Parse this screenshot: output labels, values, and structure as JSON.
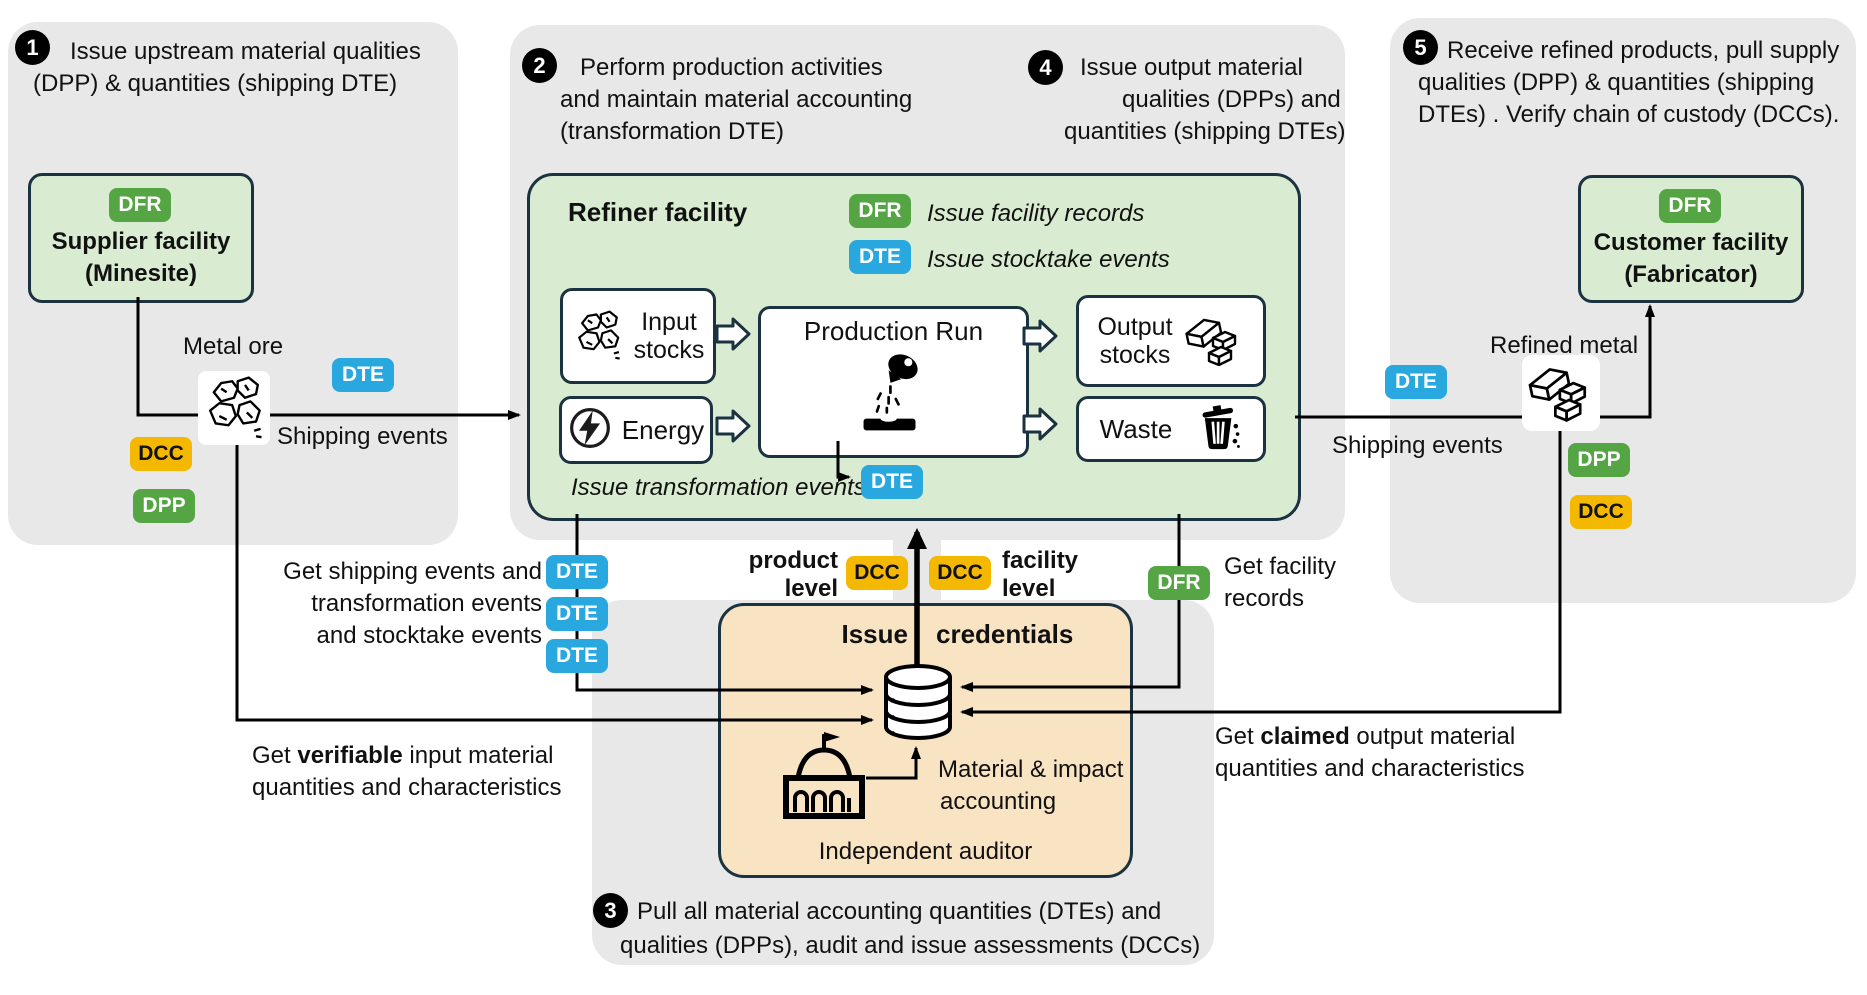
{
  "colors": {
    "blob_gray": "#e8e8e8",
    "facility_green": "#d9ecd2",
    "auditor_tan": "#f8e3c2",
    "badge_blue": "#29a8df",
    "badge_green": "#55a545",
    "badge_amber": "#f5b800",
    "border_dark": "#1b3340"
  },
  "badges": {
    "dte": "DTE",
    "dfr": "DFR",
    "dpp": "DPP",
    "dcc": "DCC"
  },
  "steps": {
    "s1": {
      "num": "1",
      "l1": "Issue upstream material qualities",
      "l2": "(DPP) & quantities (shipping DTE)"
    },
    "s2": {
      "num": "2",
      "l1": "Perform production activities",
      "l2": "and maintain material accounting",
      "l3": "(transformation DTE)"
    },
    "s3": {
      "num": "3",
      "l1": "Pull all material accounting quantities (DTEs) and",
      "l2": "qualities (DPPs), audit and issue assessments (DCCs)"
    },
    "s4": {
      "num": "4",
      "l1": "Issue output material",
      "l2": "qualities (DPPs) and",
      "l3": "quantities (shipping DTEs)"
    },
    "s5": {
      "num": "5",
      "l1": "Receive refined products, pull supply",
      "l2": "qualities (DPP) & quantities (shipping",
      "l3": "DTEs) . Verify chain of custody (DCCs)."
    }
  },
  "supplier": {
    "title": "Supplier facility",
    "subtitle": "(Minesite)"
  },
  "customer": {
    "title": "Customer facility",
    "subtitle": "(Fabricator)"
  },
  "refiner": {
    "title": "Refiner facility",
    "legend_dfr": "Issue facility records",
    "legend_dte": "Issue stocktake events",
    "input_l1": "Input",
    "input_l2": "stocks",
    "energy": "Energy",
    "production": "Production Run",
    "output_l1": "Output",
    "output_l2": "stocks",
    "waste": "Waste",
    "transformation_note": "Issue transformation events"
  },
  "auditor": {
    "title_left": "Issue",
    "title_right": "credentials",
    "accounting_l1": "Material & impact",
    "accounting_l2": "accounting",
    "name": "Independent auditor"
  },
  "flows": {
    "metal_ore": "Metal ore",
    "shipping_left": "Shipping events",
    "shipping_right": "Shipping events",
    "refined_metal": "Refined metal",
    "get_shipping_l1": "Get shipping events and",
    "get_shipping_l2": "transformation events",
    "get_shipping_l3": "and stocktake events",
    "get_verifiable_pre": "Get ",
    "get_verifiable_bold": "verifiable",
    "get_verifiable_post": " input material",
    "get_verifiable_l2": "quantities and characteristics",
    "get_claimed_pre": "Get ",
    "get_claimed_bold": "claimed",
    "get_claimed_post": " output material",
    "get_claimed_l2": "quantities and characteristics",
    "get_facility_l1": "Get facility",
    "get_facility_l2": "records",
    "product_l1": "product",
    "product_l2": "level",
    "facility_l1": "facility",
    "facility_l2": "level"
  }
}
